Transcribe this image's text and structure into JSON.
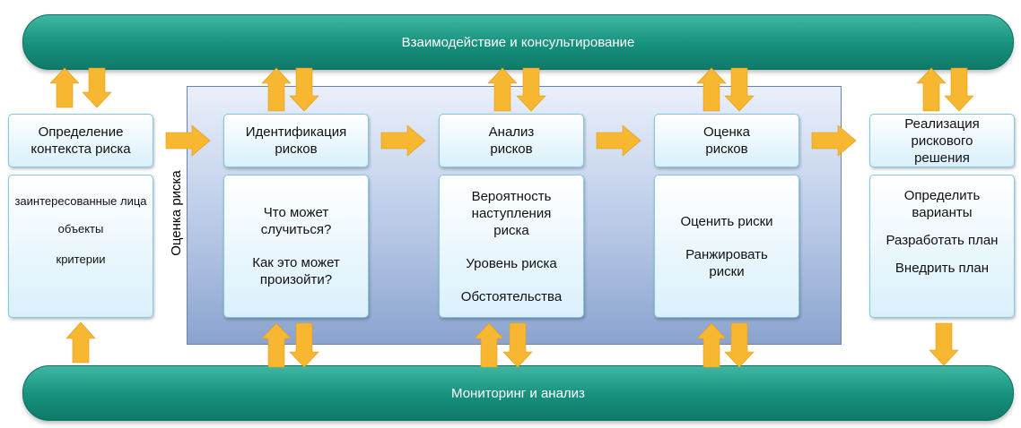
{
  "top_bar": "Взаимодействие и консультирование",
  "bottom_bar": "Мониторинг и анализ",
  "group_label": "Оценка риска",
  "boxes": [
    {
      "title": "Определение\nконтекста риска",
      "items": [
        "заинтересованные лица",
        "объекты",
        "критерии"
      ]
    },
    {
      "title": "Идентификация\nрисков",
      "items": [
        "Что может случиться?",
        "Как это может произойти?"
      ]
    },
    {
      "title": "Анализ\nрисков",
      "items": [
        "Вероятность наступления риска",
        "Уровень риска",
        "Обстоятельства"
      ]
    },
    {
      "title": "Оценка\nрисков",
      "items": [
        "Оценить риски",
        "Ранжировать риски"
      ]
    },
    {
      "title": "Реализация\nрискового\nрешения",
      "items": [
        "Определить варианты",
        "Разработать план",
        "Внедрить план"
      ]
    }
  ],
  "colors": {
    "bar": "#16907c",
    "panel": "#b8c9e6",
    "box_border": "#7fc6e4",
    "arrow": "#f7b731"
  }
}
